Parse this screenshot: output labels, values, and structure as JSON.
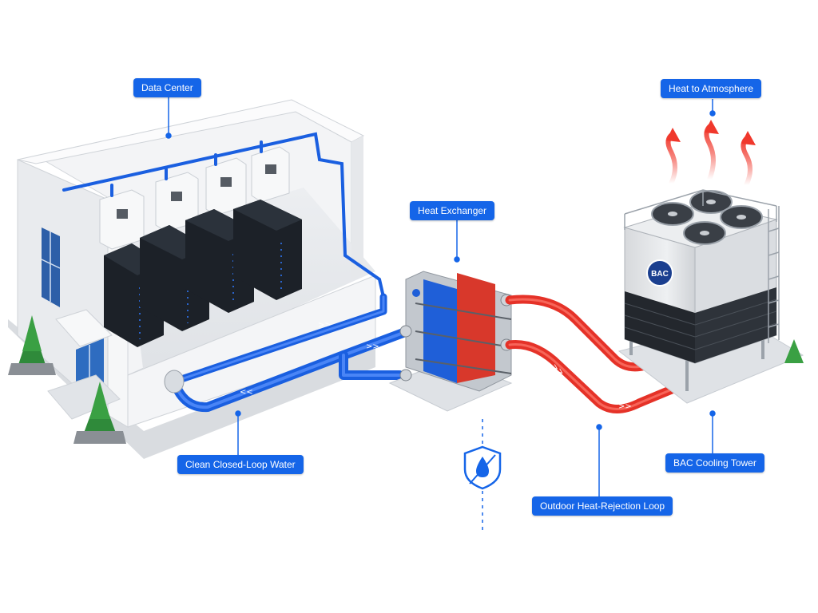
{
  "labels": {
    "data_center": "Data Center",
    "heat_exchanger": "Heat Exchanger",
    "heat_to_atmosphere": "Heat to Atmosphere",
    "clean_loop": "Clean Closed-Loop Water",
    "outdoor_loop": "Outdoor Heat-Rejection Loop",
    "cooling_tower": "BAC Cooling Tower"
  },
  "tower_logo_text": "BAC",
  "colors": {
    "label_bg": "#1565e8",
    "cold_pipe": "#1a5fe0",
    "hot_pipe": "#e53228",
    "heat_arrow": "#f0382c",
    "server_rack": "#1c2128",
    "building_wall": "#f2f3f5"
  },
  "icons": [
    "water-drop-shield-icon",
    "heat-arrow-icon",
    "fan-icon",
    "tree-icon"
  ]
}
